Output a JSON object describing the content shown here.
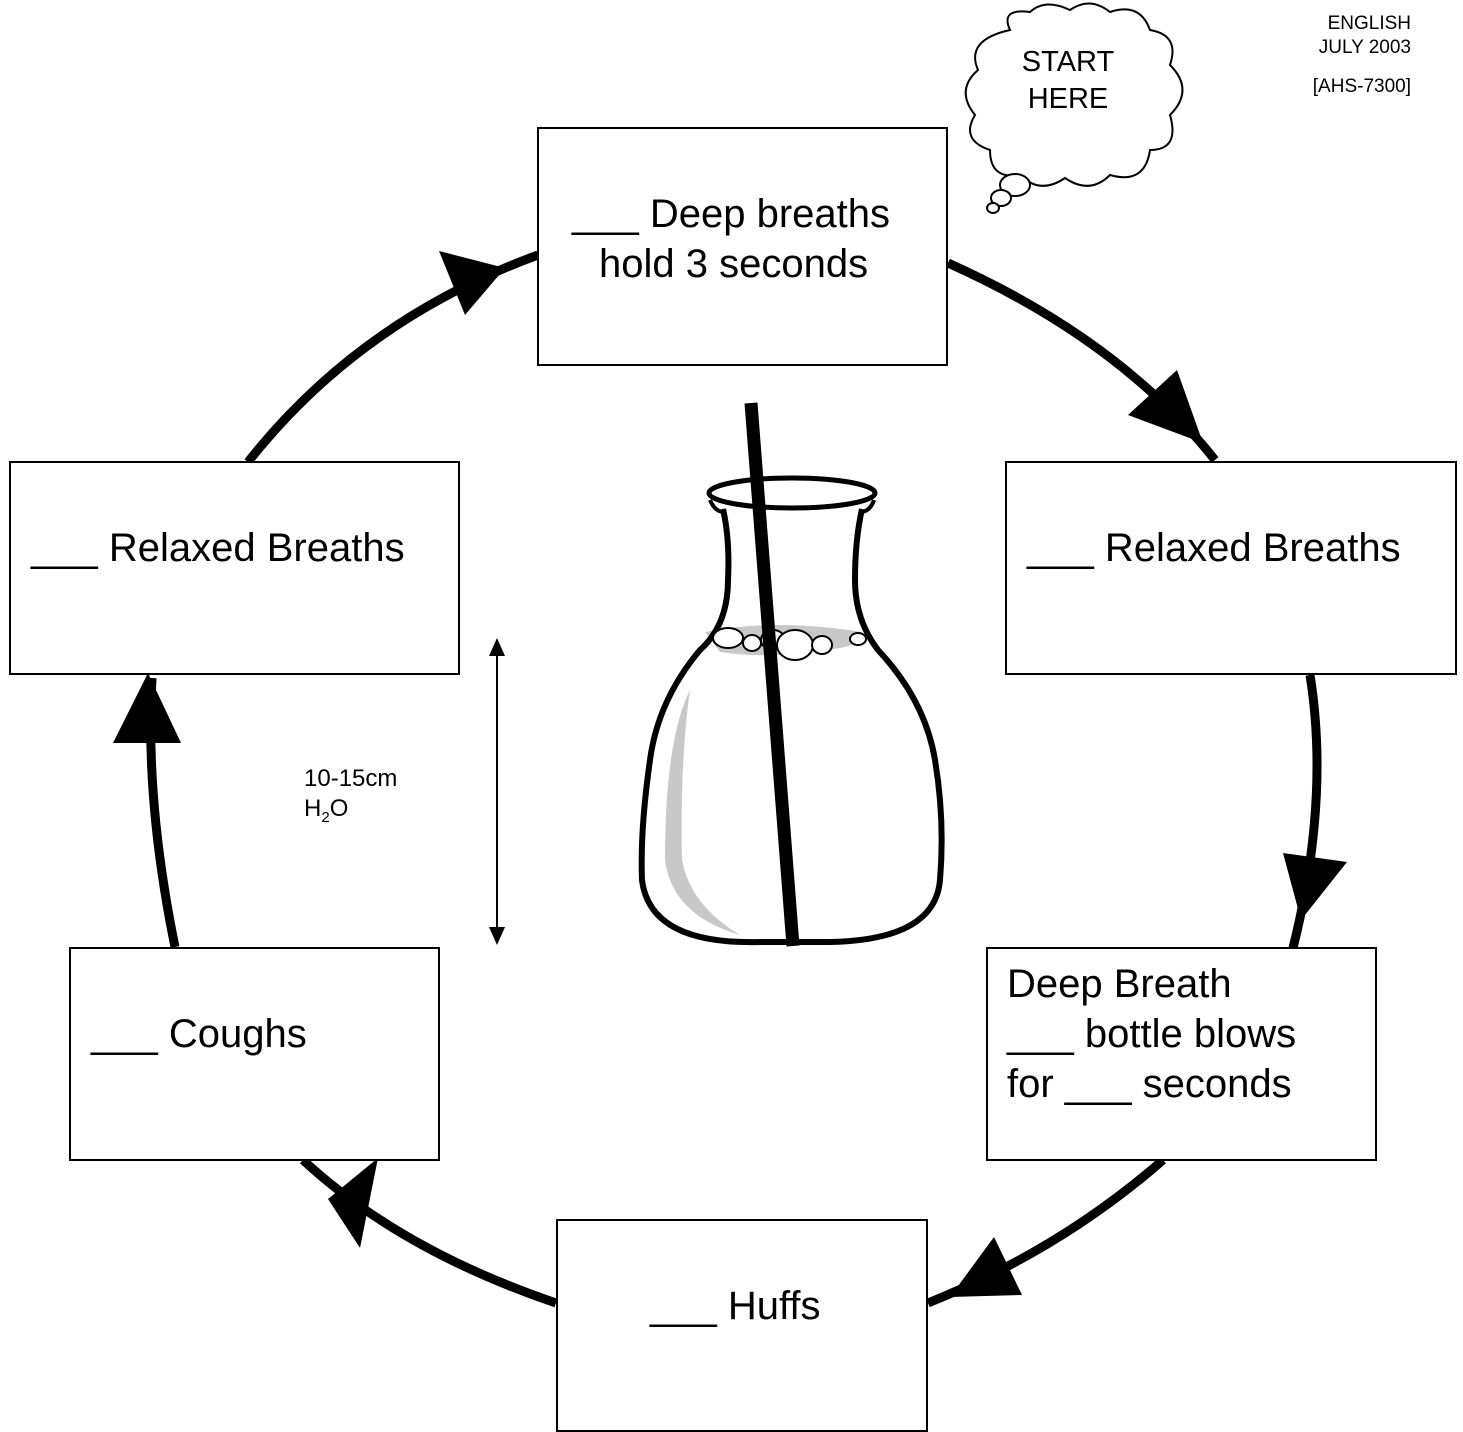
{
  "header": {
    "language": "ENGLISH",
    "date": "JULY 2003",
    "code": "[AHS-7300]"
  },
  "start_bubble": {
    "line1": "START",
    "line2": "HERE"
  },
  "steps": {
    "deep_breaths": {
      "line1": "___ Deep breaths",
      "line2": "hold 3 seconds"
    },
    "relaxed_right": {
      "line1": "___ Relaxed Breaths"
    },
    "bottle_blows": {
      "line1": "Deep Breath",
      "line2": "___ bottle blows",
      "line3": "for ___ seconds"
    },
    "huffs": {
      "line1": "___ Huffs"
    },
    "coughs": {
      "line1": "___ Coughs"
    },
    "relaxed_left": {
      "line1": "___ Relaxed Breaths"
    }
  },
  "measurement": {
    "range": "10-15cm",
    "unit_h": "H",
    "unit_sub": "2",
    "unit_o": "O"
  },
  "colors": {
    "stroke": "#000000",
    "water": "#c8c8c8",
    "background": "#ffffff"
  }
}
